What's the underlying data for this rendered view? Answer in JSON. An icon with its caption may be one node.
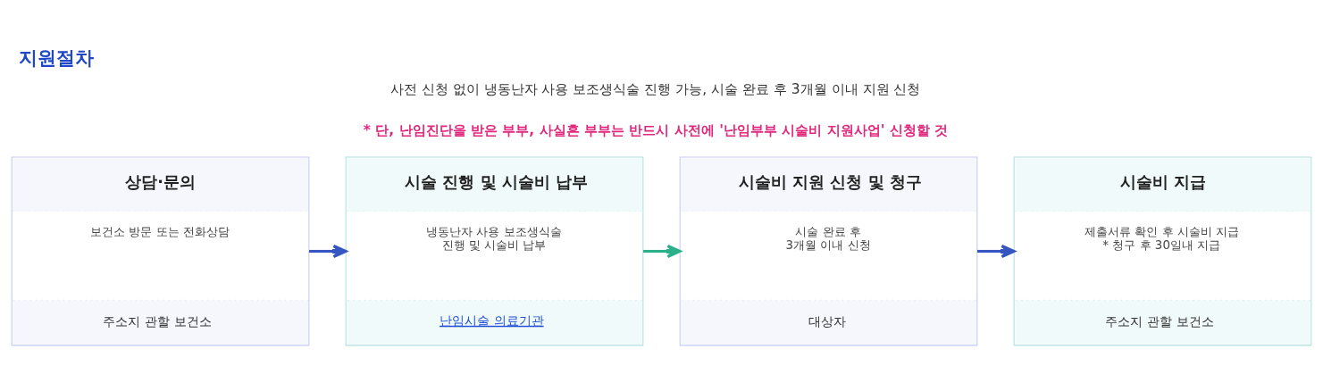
{
  "diagram": {
    "title": "지원절차",
    "nodes": [
      {
        "text": [
          "상담·문의",
          "보건소 방문 또는 전화상담",
          "주소지 관할 보건소"
        ]
      },
      {
        "text": [
          "시술 진행 및 시술비 납부",
          "냉동난자 사용 보조생식술 진행 및 시술비 납부",
          "난임시술 의료기관"
        ]
      },
      {
        "text": [
          "시술비 지원 신청 및 청구",
          "시술 완료 후 3개월 이내 신청",
          "대상자"
        ]
      },
      {
        "text": [
          "시술비 지급",
          "제출서류 확인 후 시술비 지급",
          "* 청구 후 30일내 지급",
          "주소지 관할 보건소"
        ]
      }
    ],
    "edges": [
      {
        "from": 0,
        "to": 1,
        "arrow": "to"
      },
      {
        "from": 1,
        "to": 2,
        "arrow": "to",
        "color": "#2bb18a"
      },
      {
        "from": 2,
        "to": 3,
        "arrow": "to"
      }
    ],
    "labels": [
      "사전 신청 없이 냉동난자 사용 보조생식술 진행 가능, 시술 완료 후 3개월 이내 지원 신청",
      "* 단, 난임진단을 받은 부부, 사실혼 부부는 반드시 사전에 '난임부부 시술비 지원사업' 신청할 것"
    ]
  }
}
